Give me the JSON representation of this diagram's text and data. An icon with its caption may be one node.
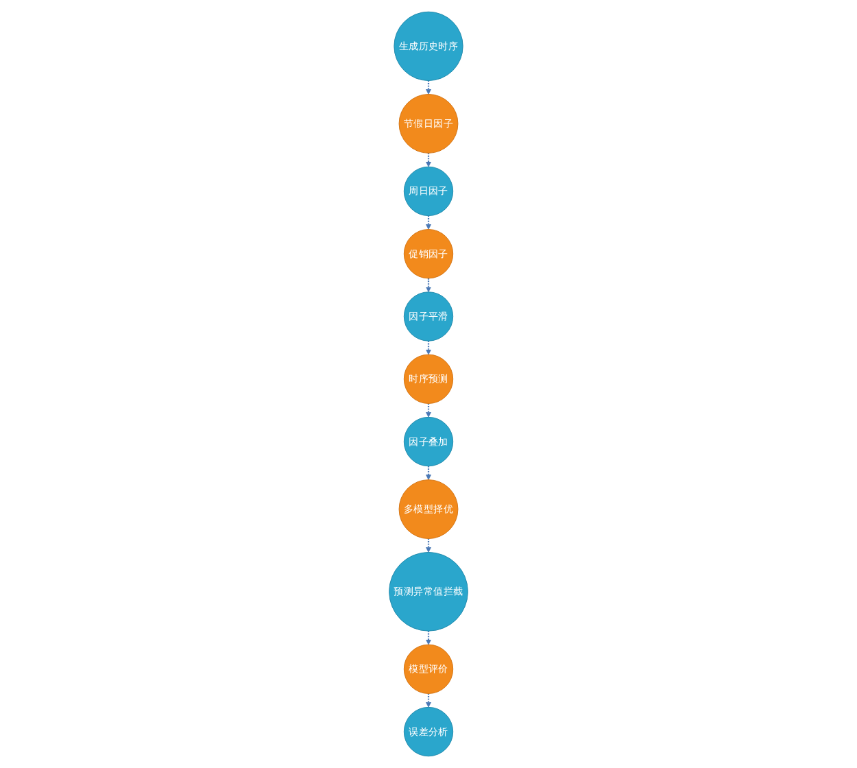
{
  "diagram": {
    "nodes": [
      {
        "text": [
          "生成历史时序"
        ]
      },
      {
        "text": [
          "节假日因子"
        ]
      },
      {
        "text": [
          "周日因子"
        ]
      },
      {
        "text": [
          "促销因子"
        ]
      },
      {
        "text": [
          "因子平滑"
        ]
      },
      {
        "text": [
          "时序预测"
        ]
      },
      {
        "text": [
          "因子叠加"
        ]
      },
      {
        "text": [
          "多模型择优"
        ]
      },
      {
        "text": [
          "预测异常值拦截"
        ]
      },
      {
        "text": [
          "模型评价"
        ]
      },
      {
        "text": [
          "误差分析"
        ]
      }
    ],
    "edges": [
      {
        "from": 0,
        "to": 1,
        "arrow": "to",
        "style": "dashed"
      },
      {
        "from": 1,
        "to": 2,
        "arrow": "to",
        "style": "dashed"
      },
      {
        "from": 2,
        "to": 3,
        "arrow": "to",
        "style": "dashed"
      },
      {
        "from": 3,
        "to": 4,
        "arrow": "to",
        "style": "dashed"
      },
      {
        "from": 4,
        "to": 5,
        "arrow": "to",
        "style": "dashed"
      },
      {
        "from": 5,
        "to": 6,
        "arrow": "to",
        "style": "dashed"
      },
      {
        "from": 6,
        "to": 7,
        "arrow": "to",
        "style": "dashed"
      },
      {
        "from": 7,
        "to": 8,
        "arrow": "to",
        "style": "dashed"
      },
      {
        "from": 8,
        "to": 9,
        "arrow": "to",
        "style": "dashed"
      },
      {
        "from": 9,
        "to": 10,
        "arrow": "to",
        "style": "dashed"
      }
    ]
  }
}
